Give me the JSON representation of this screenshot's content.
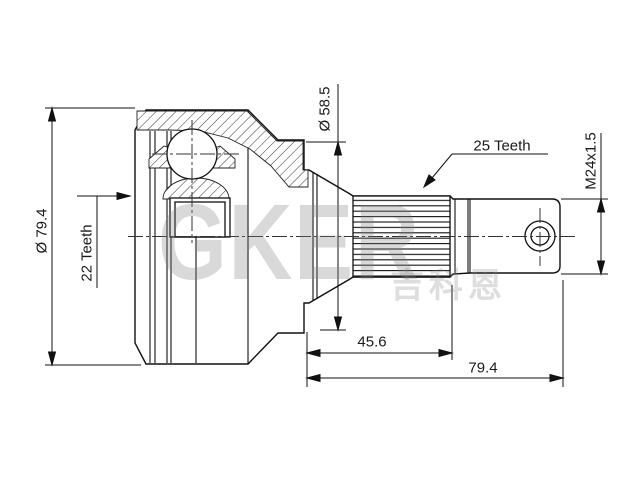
{
  "drawing": {
    "type": "technical-drawing",
    "subject": "CV joint (outer constant-velocity joint) half-section with splined shaft and threaded end",
    "background_color": "#ffffff",
    "line_color": "#1a1a1a",
    "hatch_color": "#333333",
    "dimensions": {
      "outer_diameter_label": "Ø 79.4",
      "inner_spline_label": "22 Teeth",
      "shoulder_diameter_label": "Ø 58.5",
      "shaft_spline_label": "25 Teeth",
      "thread_label": "M24x1.5",
      "spline_length_label": "45.6",
      "shaft_length_label": "79.4"
    },
    "watermark": {
      "text": "GKER",
      "cjk_text": "吉科恩",
      "color": "#c9c9c9"
    }
  }
}
